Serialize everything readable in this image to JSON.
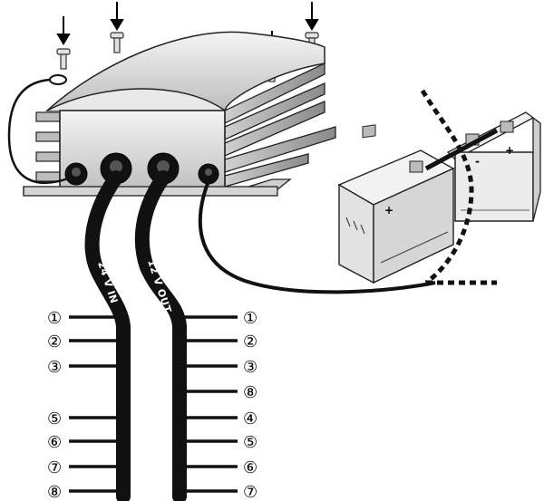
{
  "cables": {
    "input_label": "24 V IN",
    "output_label": "12 V OUT"
  },
  "left_terminals": [
    "①",
    "②",
    "③",
    "⑤",
    "⑥",
    "⑦",
    "⑧"
  ],
  "right_terminals": [
    "①",
    "②",
    "③",
    "⑧",
    "④",
    "⑤",
    "⑥",
    "⑦"
  ],
  "battery_signs": {
    "front_plus": "+",
    "back_minus": "-",
    "back_plus": "+"
  }
}
